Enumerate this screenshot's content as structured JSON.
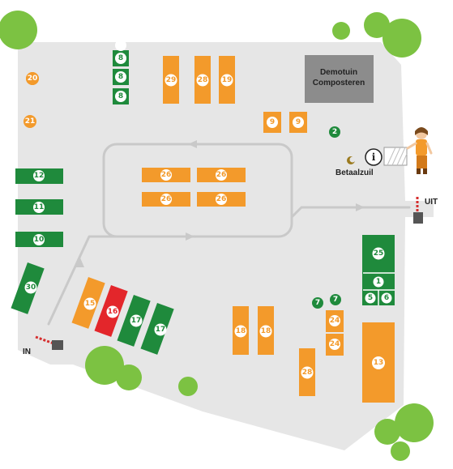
{
  "colors": {
    "ground": "#e6e6e6",
    "orange": "#f39a2b",
    "green": "#1f8a3c",
    "red": "#e3262b",
    "tree": "#7cc242",
    "grey_block": "#8c8c8c",
    "road": "#c9c9c9",
    "barrier_red": "#d62e2e"
  },
  "labels": {
    "demotuin_line1": "Demotuin",
    "demotuin_line2": "Composteren",
    "betaalzuil": "Betaalzuil",
    "in": "IN",
    "uit": "UIT",
    "info_icon": "i"
  },
  "stands": {
    "s8a": "8",
    "s8b": "8",
    "s8c": "8",
    "s29": "29",
    "s28a": "28",
    "s19": "19",
    "s20": "20",
    "s21": "21",
    "s9a": "9",
    "s9b": "9",
    "s2": "2",
    "s12": "12",
    "s11": "11",
    "s10": "10",
    "s30": "30",
    "s26a": "26",
    "s26b": "26",
    "s26c": "26",
    "s26d": "26",
    "s25": "25",
    "s1": "1",
    "s5": "5",
    "s6": "6",
    "s15": "15",
    "s16": "16",
    "s17a": "17",
    "s17b": "17",
    "s18a": "18",
    "s18b": "18",
    "s7a": "7",
    "s7b": "7",
    "s24a": "24",
    "s24b": "24",
    "s28b": "28",
    "s13": "13"
  },
  "icons": {
    "info": "info-icon",
    "payment": "coin-icon",
    "barrier_in": "barrier-icon",
    "barrier_out": "barrier-icon",
    "person": "guide-person-icon",
    "trees": "tree-icon"
  }
}
